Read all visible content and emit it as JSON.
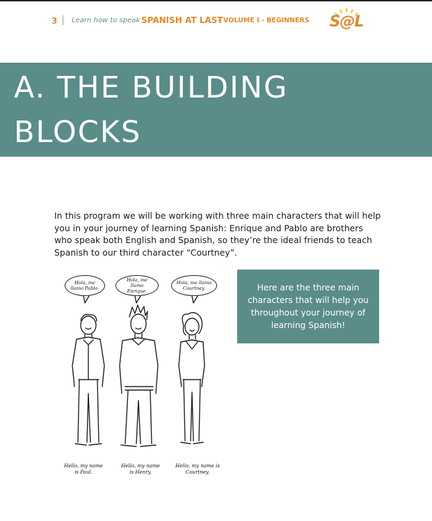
{
  "header": {
    "page_number": "3",
    "lead": "Learn how to speak",
    "title": "SPANISH AT LAST",
    "volume": "– VOLUME I - BEGINNERS",
    "logo_text": "S@L"
  },
  "section": {
    "title": "A. THE BUILDING BLOCKS"
  },
  "body": {
    "intro": "In this program we will be working with three main characters that will help you in your journey of learning Spanish: Enrique and Pablo are brothers who speak both English and Spanish, so they’re the ideal friends to teach Spanish to our third character “Courtney”."
  },
  "callout": {
    "text": "Here are the three main characters that will help you throughout your journey of learning Spanish!"
  },
  "illustration": {
    "bubbles": [
      "Hola, me llamo Pablo.",
      "Hola, me llamo Enrique.",
      "Hola, me llamo Courtney."
    ],
    "captions": [
      "Hello, my name is Paul.",
      "Hello, my name is Henry.",
      "Hello, my name is Courtney."
    ]
  },
  "colors": {
    "accent_teal": "#5a8c89",
    "accent_orange": "#e08a2c"
  }
}
